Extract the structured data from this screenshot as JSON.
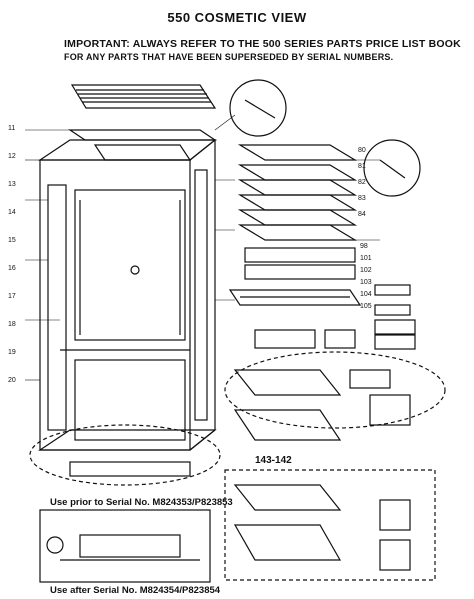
{
  "title": "550 COSMETIC VIEW",
  "notice": {
    "line1": "IMPORTANT:  ALWAYS REFER TO THE 500 SERIES PARTS PRICE LIST BOOK",
    "line2": "FOR ANY PARTS THAT HAVE BEEN SUPERSEDED BY SERIAL NUMBERS."
  },
  "captions": {
    "prior": "Use prior to Serial No. M824353/P823853",
    "after": "Use after Serial No. M824354/P823854"
  },
  "figure_number": "143-142",
  "callouts": {
    "shelves": [
      "80",
      "81",
      "82",
      "83",
      "84"
    ],
    "crisper": [
      "98",
      "101",
      "102",
      "103",
      "104",
      "105"
    ],
    "side": [
      "11",
      "12",
      "13",
      "14",
      "15",
      "16",
      "17",
      "18",
      "19",
      "20"
    ]
  }
}
